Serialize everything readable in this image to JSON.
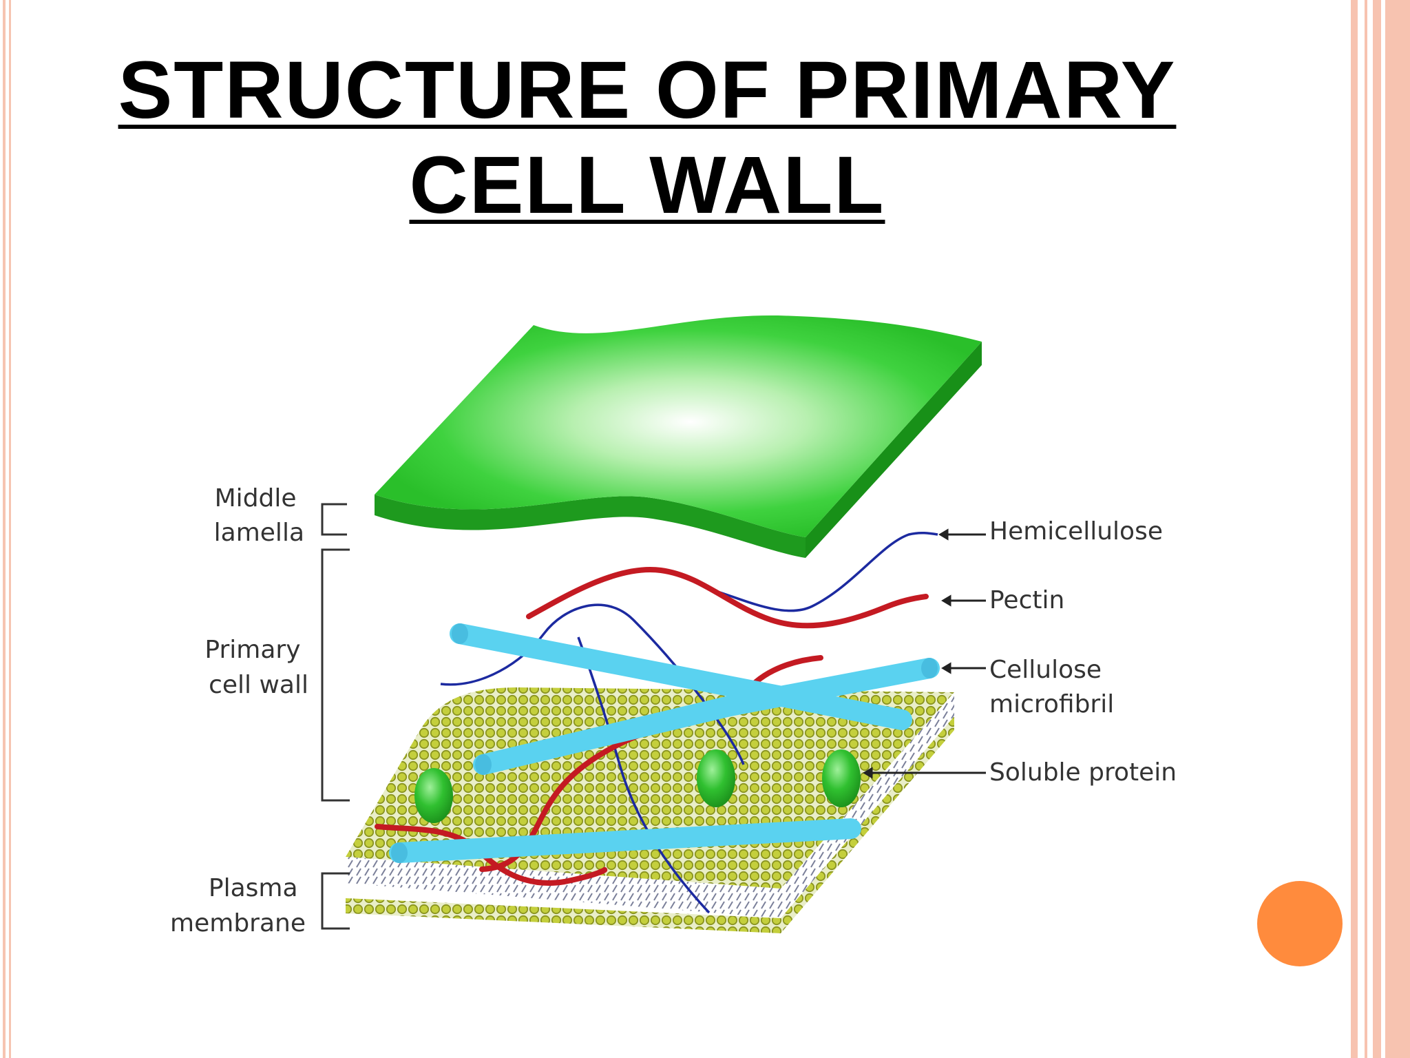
{
  "title": {
    "line1": "STRUCTURE OF PRIMARY",
    "line2": "CELL WALL"
  },
  "diagram": {
    "left_labels": {
      "middle_lamella": [
        "Middle",
        "lamella"
      ],
      "primary_cell_wall": [
        "Primary",
        "cell wall"
      ],
      "plasma_membrane": [
        "Plasma",
        "membrane"
      ]
    },
    "right_labels": {
      "hemicellulose": [
        "Hemicellulose"
      ],
      "pectin": [
        "Pectin"
      ],
      "cellulose_microfibril": [
        "Cellulose",
        "microfibril"
      ],
      "soluble_protein": [
        "Soluble protein"
      ]
    }
  },
  "colors": {
    "accent_orange": "#ff8b3d",
    "border_peach": "#f7c3b0",
    "middle_lamella_green": "#2ec82e",
    "pectin_red": "#c41a22",
    "hemicellulose_blue": "#1c2aa0",
    "cellulose_cyan": "#5ad2f0",
    "membrane_yellow_green": "#b8c832"
  }
}
